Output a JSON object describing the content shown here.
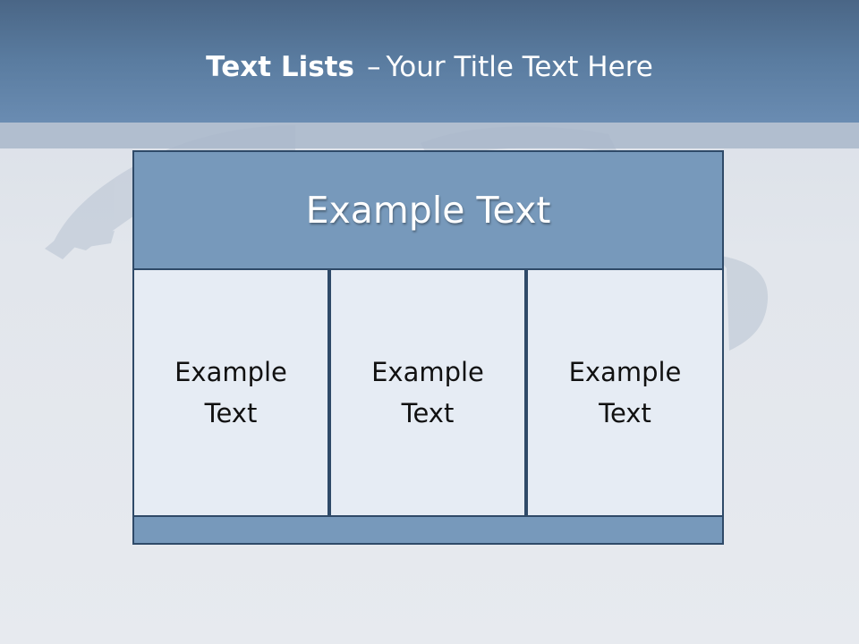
{
  "slide": {
    "title_bold": "Text Lists",
    "title_separator": "–",
    "title_rest": "Your Title Text Here"
  },
  "diagram": {
    "header_text": "Example Text",
    "columns": [
      {
        "text": "Example Text"
      },
      {
        "text": "Example Text"
      },
      {
        "text": "Example Text"
      }
    ]
  },
  "colors": {
    "header_band": "#5a7ca0",
    "box_fill": "#7799bb",
    "box_border": "#2f4a68",
    "column_fill": "#e6ecf4"
  }
}
